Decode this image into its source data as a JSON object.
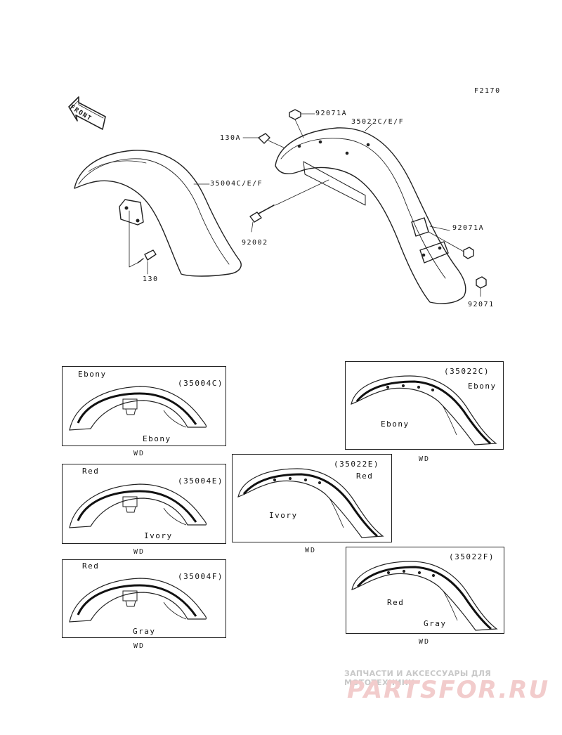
{
  "figure_code": "F2170",
  "direction_label": "FRONT",
  "callouts": {
    "rear_fender": "35022C/E/F",
    "front_fender": "35004C/E/F",
    "nut_top": "92071A",
    "bolt_130a": "130A",
    "nut_mid": "92071A",
    "nut_low": "92071",
    "bolt_92002": "92002",
    "bolt_130": "130"
  },
  "variants": [
    {
      "code": "(35004C)",
      "label_top": "Ebony",
      "label_bottom": "Ebony",
      "note": "WD"
    },
    {
      "code": "(35004E)",
      "label_top": "Red",
      "label_bottom": "Ivory",
      "note": "WD"
    },
    {
      "code": "(35004F)",
      "label_top": "Red",
      "label_bottom": "Gray",
      "note": "WD"
    },
    {
      "code": "(35022C)",
      "label_top": "Ebony",
      "label_bottom": "Ebony",
      "note": "WD"
    },
    {
      "code": "(35022E)",
      "label_top": "Red",
      "label_bottom": "Ivory",
      "note": "WD"
    },
    {
      "code": "(35022F)",
      "label_top": "Red",
      "label_bottom": "Gray",
      "note": "WD"
    }
  ],
  "watermark": {
    "tagline": "ЗАПЧАСТИ И АКСЕССУАРЫ ДЛЯ МОТОТЕХНИКИ",
    "brand": "PARTSFOR.RU"
  }
}
